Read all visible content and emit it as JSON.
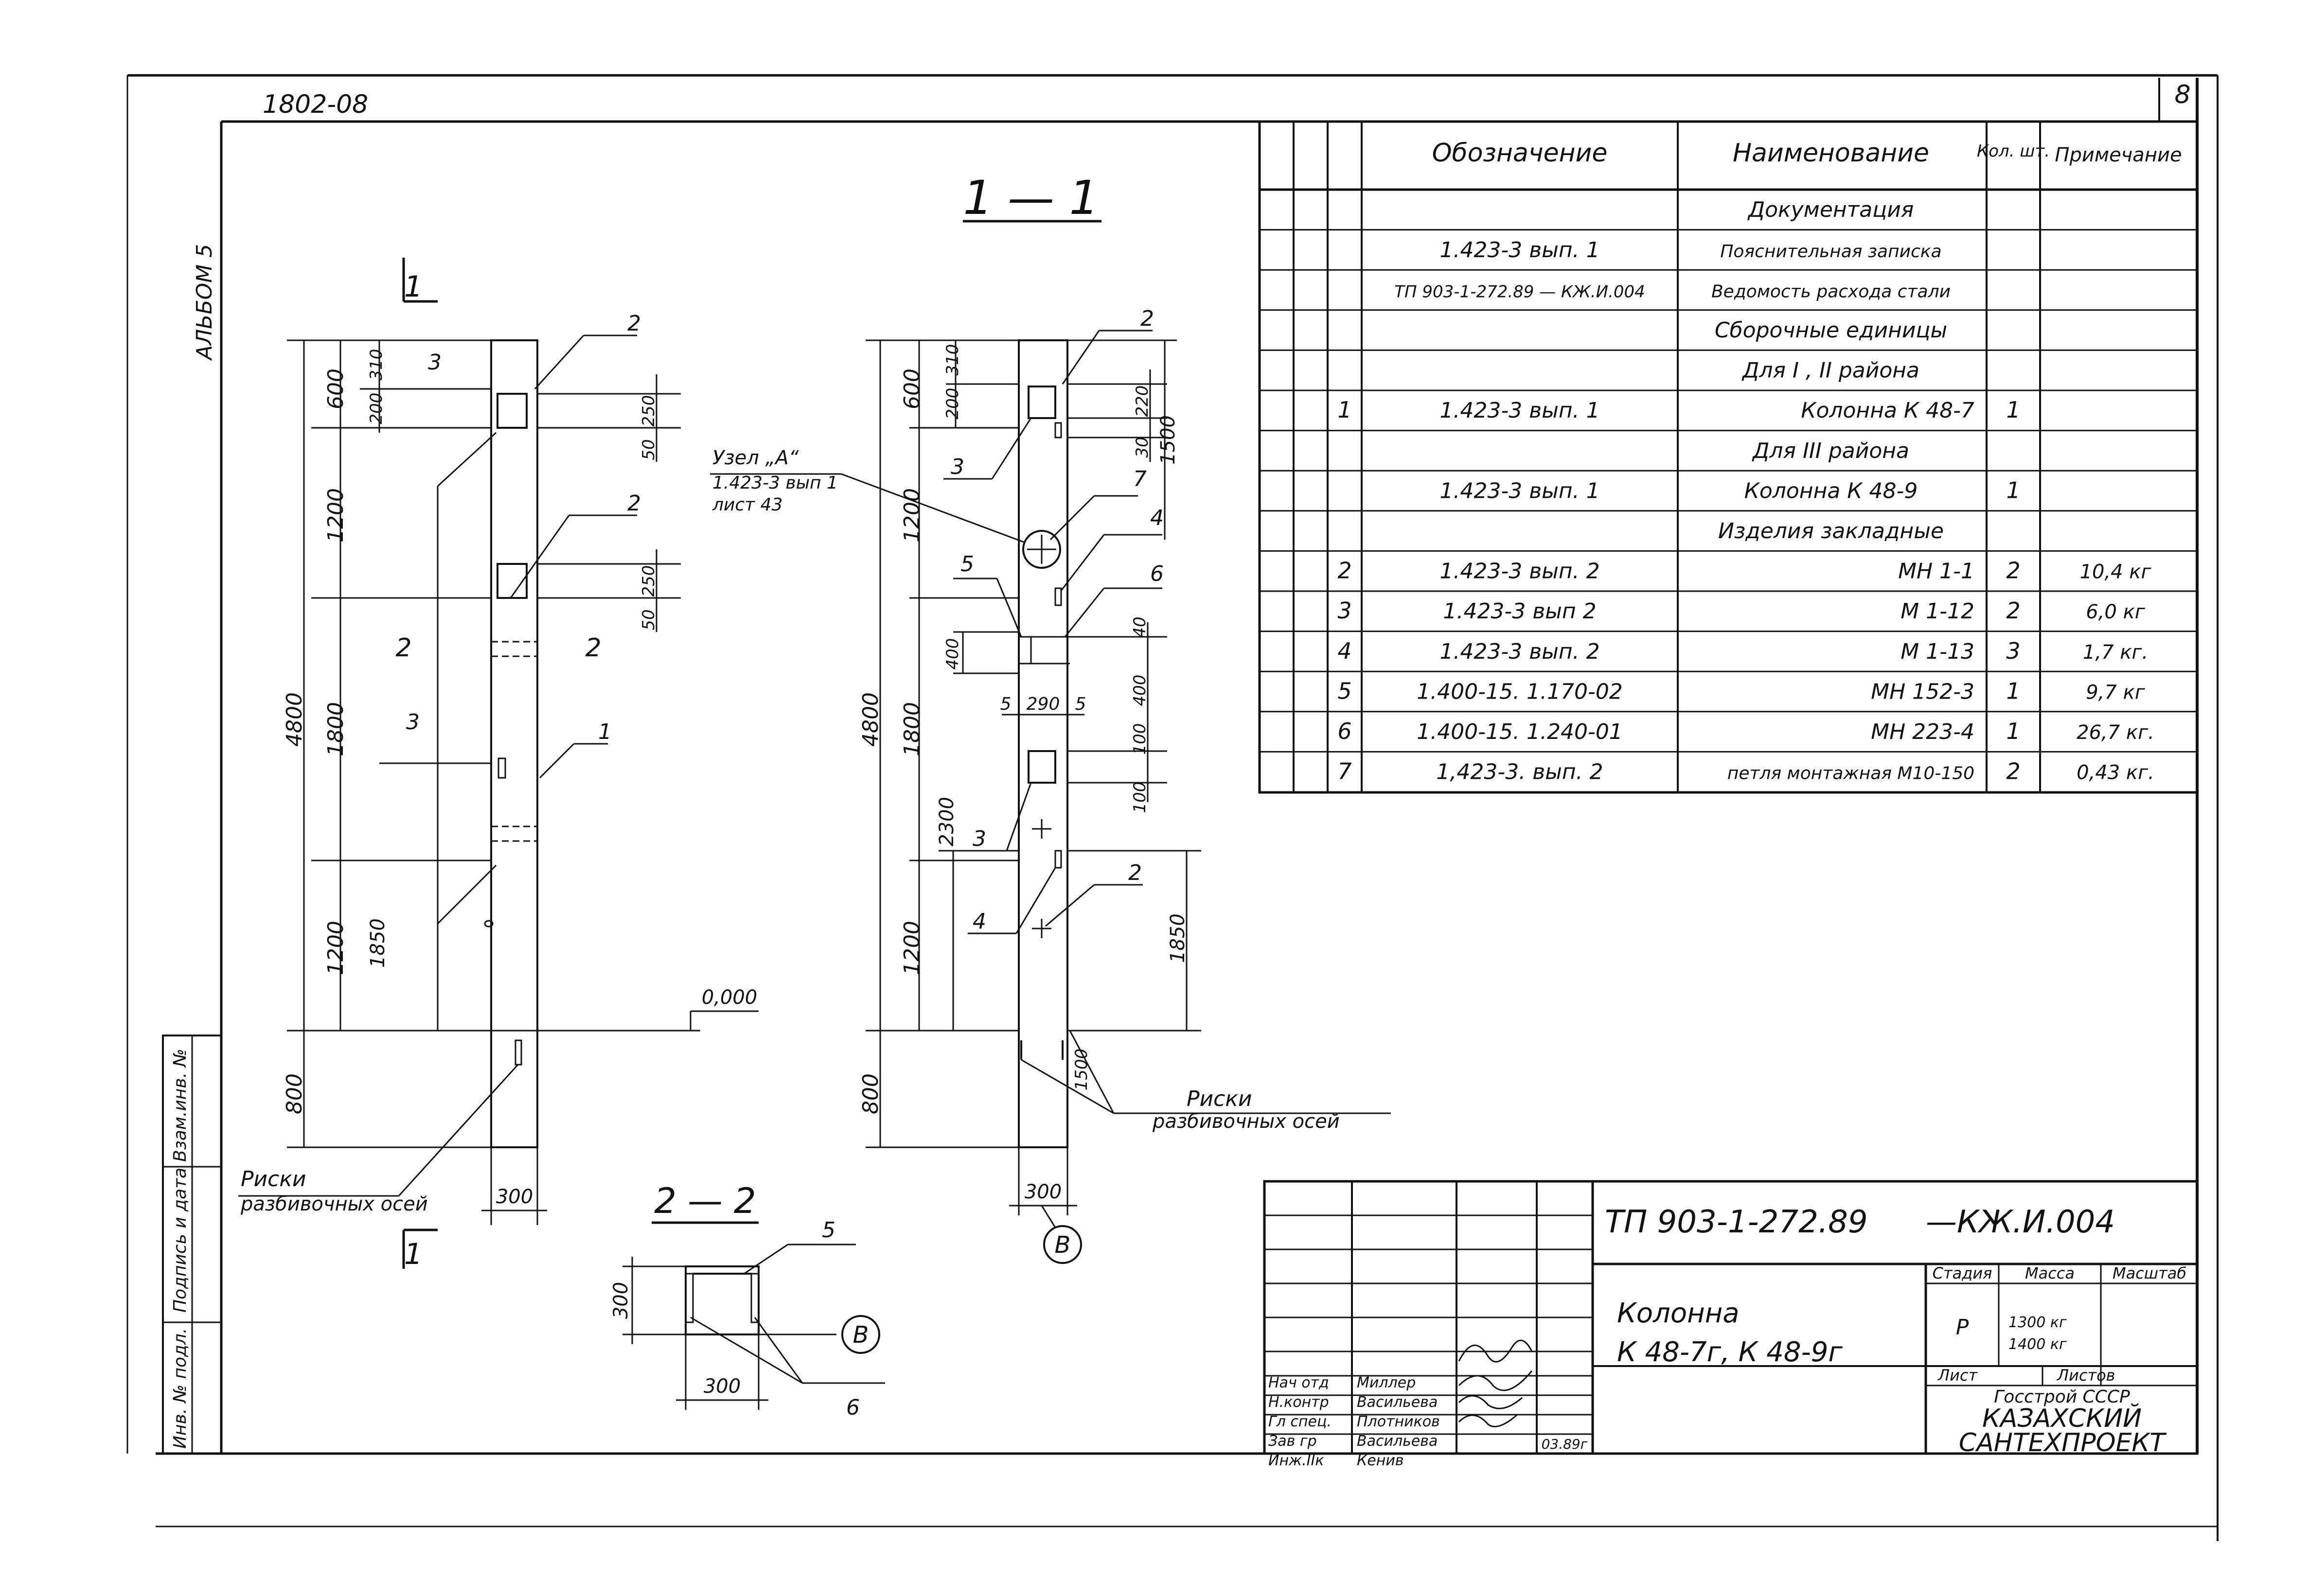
{
  "sheet": {
    "code": "1802-08",
    "album": "АЛЬБОМ 5",
    "sheet_no": "8"
  },
  "spec": {
    "headers": {
      "designation": "Обозначение",
      "name": "Наименование",
      "qty": "Кол. шт.",
      "note": "Примечание"
    },
    "rows": [
      {
        "pos": "",
        "designation": "",
        "name": "Документация",
        "qty": "",
        "note": ""
      },
      {
        "pos": "",
        "designation": "1.423-3    вып. 1",
        "name": "Пояснительная записка",
        "qty": "",
        "note": ""
      },
      {
        "pos": "",
        "designation": "ТП 903-1-272.89 — КЖ.И.004",
        "name": "Ведомость расхода стали",
        "qty": "",
        "note": ""
      },
      {
        "pos": "",
        "designation": "",
        "name": "Сборочные единицы",
        "qty": "",
        "note": ""
      },
      {
        "pos": "",
        "designation": "",
        "name": "Для I , II района",
        "qty": "",
        "note": ""
      },
      {
        "pos": "1",
        "designation": "1.423-3    вып. 1",
        "name": "Колонна  К 48-7",
        "qty": "1",
        "note": ""
      },
      {
        "pos": "",
        "designation": "",
        "name": "Для  III  района",
        "qty": "",
        "note": ""
      },
      {
        "pos": "",
        "designation": "1.423-3    вып. 1",
        "name": "Колонна  К 48-9",
        "qty": "1",
        "note": ""
      },
      {
        "pos": "",
        "designation": "",
        "name": "Изделия  закладные",
        "qty": "",
        "note": ""
      },
      {
        "pos": "2",
        "designation": "1.423-3    вып. 2",
        "name": "МН 1-1",
        "qty": "2",
        "note": "10,4 кг"
      },
      {
        "pos": "3",
        "designation": "1.423-3    вып 2",
        "name": "М 1-12",
        "qty": "2",
        "note": "6,0 кг"
      },
      {
        "pos": "4",
        "designation": "1.423-3    вып. 2",
        "name": "М 1-13",
        "qty": "3",
        "note": "1,7 кг."
      },
      {
        "pos": "5",
        "designation": "1.400-15. 1.170-02",
        "name": "МН 152-3",
        "qty": "1",
        "note": "9,7 кг"
      },
      {
        "pos": "6",
        "designation": "1.400-15. 1.240-01",
        "name": "МН 223-4",
        "qty": "1",
        "note": "26,7 кг."
      },
      {
        "pos": "7",
        "designation": "1,423-3.    вып. 2",
        "name": "петля монтажная  М10-150",
        "qty": "2",
        "note": "0,43 кг."
      }
    ]
  },
  "views": {
    "elevation_mark": "1",
    "section_1_1": "1 — 1",
    "section_2_2": "2 — 2",
    "section_mark_2": "2",
    "node_label": "Узел „А“",
    "node_ref": "1.423-3 вып 1",
    "node_sheet": "лист 43",
    "risks_label_1": "Риски",
    "risks_label_2": "разбивочных осей",
    "level": "0,000",
    "axis_mark": "В",
    "dims": {
      "d600": "600",
      "d1200": "1200",
      "d1800": "1800",
      "d800": "800",
      "d4800": "4800",
      "d310": "310",
      "d200": "200",
      "d250": "250",
      "d50": "50",
      "d1850": "1850",
      "d300": "300",
      "d400": "400",
      "d40": "40",
      "d290": "290",
      "d5": "5",
      "d100": "100",
      "d2300": "2300",
      "d1500": "1500",
      "d220": "220",
      "d30": "30"
    },
    "callouts": {
      "c1": "1",
      "c2": "2",
      "c3": "3",
      "c4": "4",
      "c5": "5",
      "c6": "6",
      "c7": "7"
    }
  },
  "title_block": {
    "code": "ТП 903-1-272.89",
    "suffix": "—КЖ.И.004",
    "name_line1": "Колонна",
    "name_line2": "К 48-7г,  К 48-9г",
    "stage_label": "Стадия",
    "mass_label": "Масса",
    "scale_label": "Масштаб",
    "stage": "Р",
    "mass1": "1300 кг",
    "mass2": "1400 кг",
    "sheet_label": "Лист",
    "sheets_label": "Листов",
    "org1": "Госстрой СССР",
    "org2": "КАЗАХСКИЙ",
    "org3": "САНТЕХПРОЕКТ",
    "date": "03.89г",
    "people": [
      {
        "role": "Нач отд",
        "name": "Миллер"
      },
      {
        "role": "Н.контр",
        "name": "Васильева"
      },
      {
        "role": "Гл спец.",
        "name": "Плотников"
      },
      {
        "role": "Зав гр",
        "name": "Васильева"
      },
      {
        "role": "Инж.IIк",
        "name": "Кенив"
      }
    ]
  },
  "margin": {
    "inv_orig": "Инв. № подл.",
    "sign_date": "Подпись и дата",
    "instead_inv": "Взам.инв. №"
  }
}
